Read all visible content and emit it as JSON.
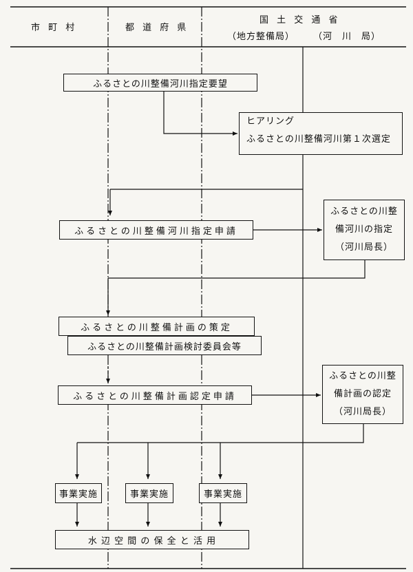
{
  "header": {
    "municipality": "市 町 村",
    "prefecture": "都 道 府 県",
    "ministry": "国 土 交 通 省",
    "regional_bureau": "（地方整備局）",
    "river_bureau": "（河　川　局）"
  },
  "steps": {
    "designation_request": "ふるさとの川整備河川指定要望",
    "hearing": "ヒアリング",
    "first_selection": "ふるさとの川整備河川第１次選定",
    "designation_application": "ふるさとの川整備河川指定申請",
    "designation_line1": "ふるさとの川整",
    "designation_line2": "備河川の指定",
    "designation_line3": "（河川局長）",
    "plan_formulation": "ふるさとの川整備計画の策定",
    "plan_committee": "ふるさとの川整備計画検討委員会等",
    "plan_approval_application": "ふるさとの川整備計画認定申請",
    "approval_line1": "ふるさとの川整",
    "approval_line2": "備計画の認定",
    "approval_line3": "（河川局長）",
    "implementation_1": "事業実施",
    "implementation_2": "事業実施",
    "implementation_3": "事業実施",
    "conservation": "水 辺 空 間 の 保 全 と 活 用"
  },
  "colors": {
    "line": "#111111",
    "paper": "#f7f6f2"
  }
}
